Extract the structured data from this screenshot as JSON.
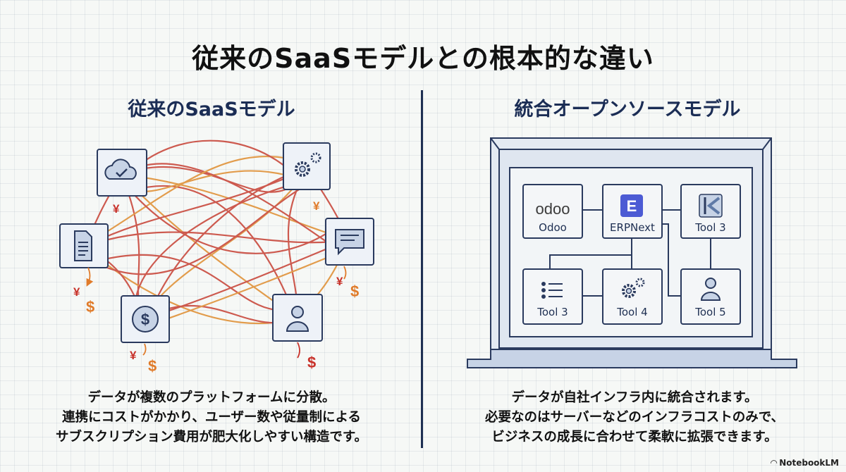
{
  "title": "従来のSaaSモデルとの根本的な違い",
  "left": {
    "heading": "従来のSaaSモデル",
    "icons": [
      "cloud-check-icon",
      "gears-icon",
      "document-icon",
      "chat-bubble-icon",
      "dollar-coin-icon",
      "user-icon"
    ],
    "currency_marks": [
      "¥",
      "¥",
      "¥",
      "$",
      "¥",
      "$",
      "¥",
      "$",
      "$"
    ],
    "caption": [
      "データが複数のプラットフォームに分散。",
      "連携にコストがかかり、ユーザー数や従量制による",
      "サブスクリプション費用が肥大化しやすい構造です。"
    ]
  },
  "right": {
    "heading": "統合オープンソースモデル",
    "tools": [
      {
        "label": "Odoo",
        "logo": "odoo",
        "icon": "odoo-logo-icon"
      },
      {
        "label": "ERPNext",
        "logo": "E",
        "icon": "erpnext-logo-icon"
      },
      {
        "label": "Tool 3",
        "icon": "kanban-arrow-icon"
      },
      {
        "label": "Tool 3",
        "icon": "list-icon"
      },
      {
        "label": "Tool 4",
        "icon": "gears-icon"
      },
      {
        "label": "Tool 5",
        "icon": "user-icon"
      }
    ],
    "caption": [
      "データが自社インフラ内に統合されます。",
      "必要なのはサーバーなどのインフラコストのみで、",
      "ビジネスの成長に合わせて柔軟に拡張できます。"
    ]
  },
  "colors": {
    "navy": "#1e2f52",
    "red_line": "#c94a3e",
    "orange_line": "#e0933a",
    "currency_red": "#c8322a",
    "currency_orange": "#e07b2a"
  },
  "footer": {
    "brand": "NotebookLM"
  }
}
